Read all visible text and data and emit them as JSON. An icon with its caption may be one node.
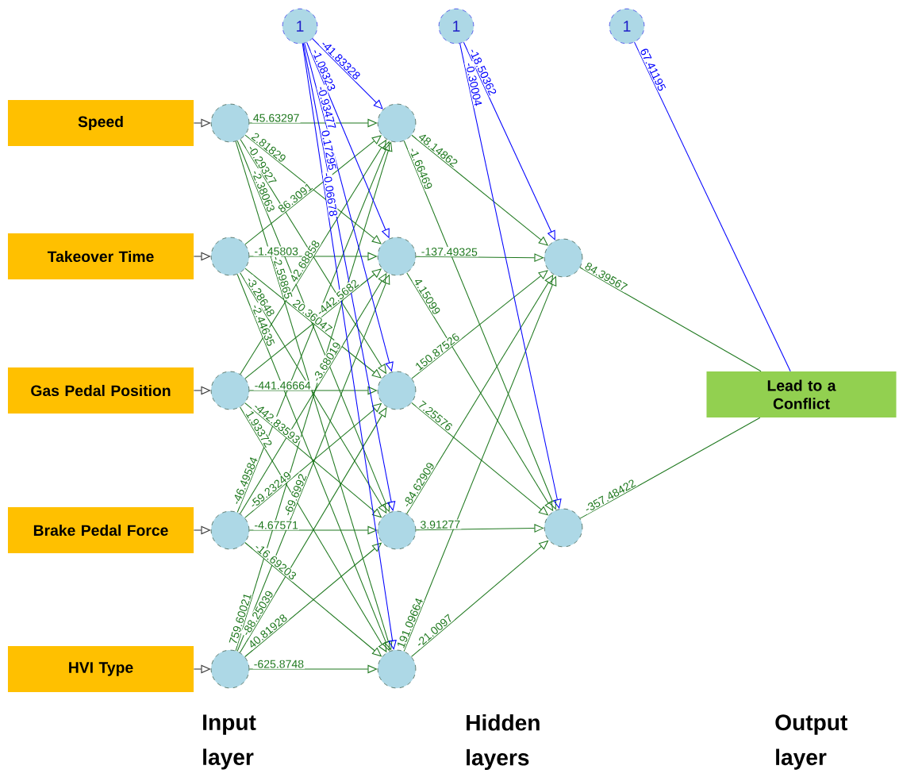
{
  "diagram": {
    "nodes": [
      {
        "text": [
          "1"
        ]
      },
      {
        "text": [
          "1"
        ]
      },
      {
        "text": [
          "1"
        ]
      },
      {
        "text": [
          "Speed"
        ]
      },
      {
        "text": [
          "Takeover Time"
        ]
      },
      {
        "text": [
          "Gas Pedal Position"
        ]
      },
      {
        "text": [
          "Brake Pedal Force"
        ]
      },
      {
        "text": [
          "HVI Type"
        ]
      },
      {
        "text": [],
        "shape": "circle"
      },
      {
        "text": [],
        "shape": "circle"
      },
      {
        "text": [],
        "shape": "circle"
      },
      {
        "text": [],
        "shape": "circle"
      },
      {
        "text": [],
        "shape": "circle"
      },
      {
        "text": [],
        "shape": "circle"
      },
      {
        "text": [],
        "shape": "circle"
      },
      {
        "text": [],
        "shape": "circle"
      },
      {
        "text": [],
        "shape": "circle"
      },
      {
        "text": [],
        "shape": "circle"
      },
      {
        "text": [],
        "shape": "circle"
      },
      {
        "text": [],
        "shape": "circle"
      },
      {
        "text": [
          "Lead to a Conflict"
        ]
      }
    ],
    "edges": [
      {
        "from": 3,
        "to": 8,
        "arrow": "to",
        "color": "#333333"
      },
      {
        "from": 4,
        "to": 9,
        "arrow": "to",
        "color": "#333333"
      },
      {
        "from": 5,
        "to": 10,
        "arrow": "to",
        "color": "#333333"
      },
      {
        "from": 6,
        "to": 11,
        "arrow": "to",
        "color": "#333333"
      },
      {
        "from": 7,
        "to": 12,
        "arrow": "to",
        "color": "#333333"
      },
      {
        "from": 8,
        "to": 13,
        "arrow": "to",
        "label": "45.63297"
      },
      {
        "from": 8,
        "to": 14,
        "arrow": "to",
        "label": "2.81829"
      },
      {
        "from": 8,
        "to": 15,
        "arrow": "to",
        "label": "-0.29327"
      },
      {
        "from": 8,
        "to": 16,
        "arrow": "to",
        "label": "-2.38063"
      },
      {
        "from": 8,
        "to": 17,
        "arrow": "to",
        "label": "-2.59865"
      },
      {
        "from": 9,
        "to": 13,
        "arrow": "to",
        "label": "86.3091"
      },
      {
        "from": 9,
        "to": 14,
        "arrow": "to",
        "label": "-1.45803"
      },
      {
        "from": 9,
        "to": 15,
        "arrow": "to",
        "label": "20.36047"
      },
      {
        "from": 9,
        "to": 16,
        "arrow": "to",
        "label": "-3.28648"
      },
      {
        "from": 9,
        "to": 17,
        "arrow": "to",
        "label": "-2.44635"
      },
      {
        "from": 10,
        "to": 13,
        "arrow": "to",
        "label": "42.68858"
      },
      {
        "from": 10,
        "to": 14,
        "arrow": "to",
        "label": "-442.5682"
      },
      {
        "from": 10,
        "to": 15,
        "arrow": "to",
        "label": "-441.46664"
      },
      {
        "from": 10,
        "to": 16,
        "arrow": "to",
        "label": "-442.83593"
      },
      {
        "from": 10,
        "to": 17,
        "arrow": "to",
        "label": "1.93372"
      },
      {
        "from": 11,
        "to": 13,
        "arrow": "to",
        "label": "-46.49584"
      },
      {
        "from": 11,
        "to": 14,
        "arrow": "to",
        "label": "-3.68019"
      },
      {
        "from": 11,
        "to": 15,
        "arrow": "to",
        "label": "-59.23249"
      },
      {
        "from": 11,
        "to": 16,
        "arrow": "to",
        "label": "-4.67571"
      },
      {
        "from": 11,
        "to": 17,
        "arrow": "to",
        "label": "-16.69203"
      },
      {
        "from": 12,
        "to": 13,
        "arrow": "to",
        "label": "759.60021"
      },
      {
        "from": 12,
        "to": 14,
        "arrow": "to",
        "label": "-69.6992"
      },
      {
        "from": 12,
        "to": 15,
        "arrow": "to",
        "label": "-88.25039"
      },
      {
        "from": 12,
        "to": 16,
        "arrow": "to",
        "label": "40.81928"
      },
      {
        "from": 12,
        "to": 17,
        "arrow": "to",
        "label": "-625.8748"
      },
      {
        "from": 0,
        "to": 13,
        "arrow": "to",
        "label": "-41.83328",
        "color": "#0000ff"
      },
      {
        "from": 0,
        "to": 14,
        "arrow": "to",
        "label": "-1.08323",
        "color": "#0000ff"
      },
      {
        "from": 0,
        "to": 15,
        "arrow": "to",
        "label": "-0.93477",
        "color": "#0000ff"
      },
      {
        "from": 0,
        "to": 16,
        "arrow": "to",
        "label": "0.17295",
        "color": "#0000ff"
      },
      {
        "from": 0,
        "to": 17,
        "arrow": "to",
        "label": "-0.06678",
        "color": "#0000ff"
      },
      {
        "from": 13,
        "to": 18,
        "arrow": "to",
        "label": "48.14862"
      },
      {
        "from": 13,
        "to": 19,
        "arrow": "to",
        "label": "-1.66469"
      },
      {
        "from": 14,
        "to": 18,
        "arrow": "to",
        "label": "-137.49325"
      },
      {
        "from": 14,
        "to": 19,
        "arrow": "to",
        "label": "4.15099"
      },
      {
        "from": 15,
        "to": 18,
        "arrow": "to",
        "label": "150.87526"
      },
      {
        "from": 15,
        "to": 19,
        "arrow": "to",
        "label": "7.25576"
      },
      {
        "from": 16,
        "to": 18,
        "arrow": "to",
        "label": "-84.62909"
      },
      {
        "from": 16,
        "to": 19,
        "arrow": "to",
        "label": "3.91277"
      },
      {
        "from": 17,
        "to": 18,
        "arrow": "to",
        "label": "191.09664"
      },
      {
        "from": 17,
        "to": 19,
        "arrow": "to",
        "label": "-21.0097"
      },
      {
        "from": 1,
        "to": 18,
        "arrow": "to",
        "label": "-18.50362",
        "color": "#0000ff"
      },
      {
        "from": 1,
        "to": 19,
        "arrow": "to",
        "label": "-0.30004",
        "color": "#0000ff"
      },
      {
        "from": 18,
        "to": 20,
        "arrow": "none",
        "label": "84.39567"
      },
      {
        "from": 19,
        "to": 20,
        "arrow": "none",
        "label": "-357.48422"
      },
      {
        "from": 2,
        "to": 20,
        "arrow": "none",
        "label": "67.41195",
        "color": "#0000ff"
      }
    ],
    "labels": [
      "Input layer",
      "Hidden layers",
      "Output layer"
    ]
  }
}
